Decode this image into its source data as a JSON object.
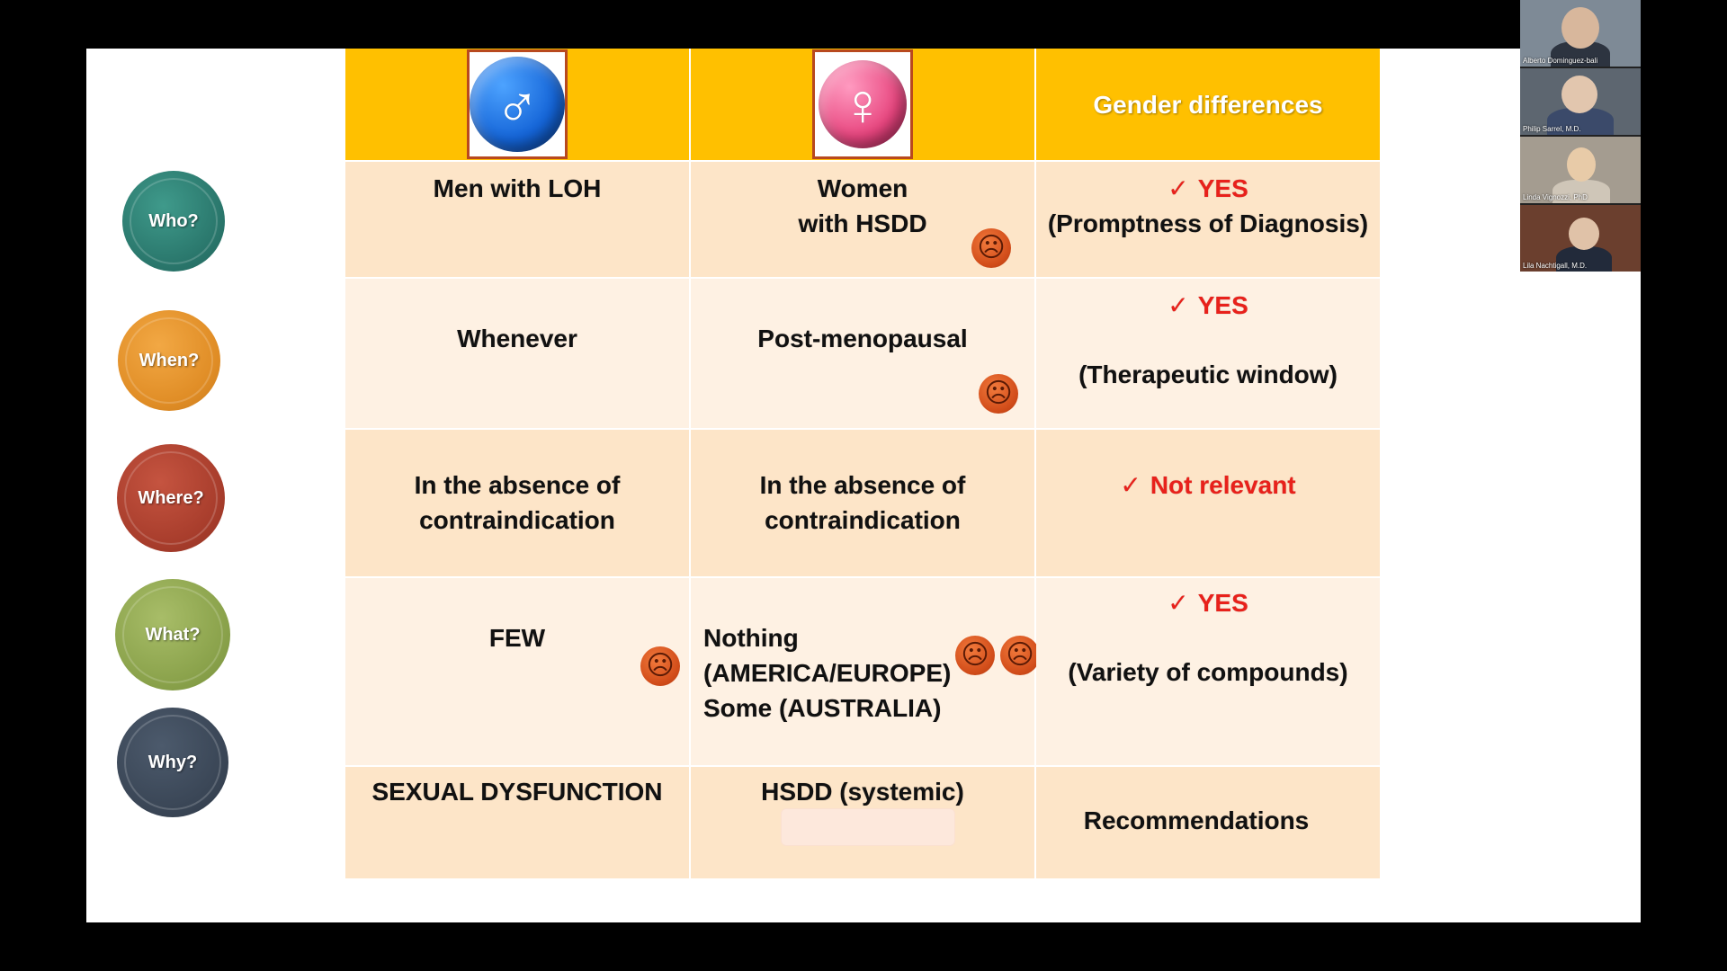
{
  "slide": {
    "questions": [
      "Who?",
      "When?",
      "Where?",
      "What?",
      "Why?"
    ],
    "header": {
      "male_symbol": "♂",
      "female_symbol": "♀",
      "col3_title": "Gender differences"
    },
    "rows": {
      "who": {
        "men": "Men with LOH",
        "women_line1": "Women",
        "women_line2": "with HSDD",
        "diff_mark": "✓",
        "diff_title": "YES",
        "diff_detail": "(Promptness of Diagnosis)"
      },
      "when": {
        "men": "Whenever",
        "women": "Post-menopausal",
        "diff_mark": "✓",
        "diff_title": "YES",
        "diff_detail": "(Therapeutic window)"
      },
      "where": {
        "men_line1": "In the absence of",
        "men_line2": "contraindication",
        "women_line1": "In the absence of",
        "women_line2": "contraindication",
        "diff_mark": "✓",
        "diff_title": "Not relevant"
      },
      "what": {
        "men": "FEW",
        "women_line1": "Nothing",
        "women_line2": "(AMERICA/EUROPE)",
        "women_line3": "Some (AUSTRALIA)",
        "diff_mark": "✓",
        "diff_title": "YES",
        "diff_detail": "(Variety of compounds)"
      },
      "why": {
        "men": "SEXUAL DYSFUNCTION",
        "women": "HSDD (systemic)",
        "diff": "Recommendations"
      }
    },
    "frown_glyph": "☹"
  },
  "participants": [
    {
      "name": "Alberto Dominguez-bali"
    },
    {
      "name": "Philip Sarrel, M.D."
    },
    {
      "name": "Linda Vignozzi, PhD"
    },
    {
      "name": "Lila Nachtigall, M.D."
    }
  ],
  "colors": {
    "header": "#ffc000",
    "row_dark": "#fde5c8",
    "row_light": "#fef1e3",
    "accent_red": "#e8211b",
    "who": "#2a776c",
    "when": "#e08d26",
    "where": "#a83d2c",
    "what": "#8aa24b",
    "why": "#3a4656"
  }
}
